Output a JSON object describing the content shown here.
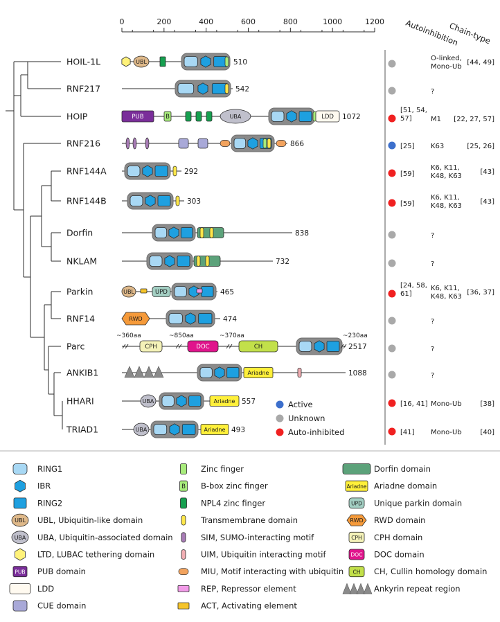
{
  "axis": {
    "ticks": [
      "0",
      "200",
      "400",
      "600",
      "800",
      "1000",
      "1200"
    ],
    "max": 1200
  },
  "headers": {
    "autoinhibition": "Autoinhibition",
    "chain_type": "Chain-type"
  },
  "colors": {
    "ring1": "#a8d8f4",
    "ibr": "#1ea0e0",
    "ring2": "#1ea0e0",
    "ubl": "#dfb98a",
    "uba": "#c0c0cc",
    "ltd": "#fff27a",
    "pub": "#7a2e9a",
    "ldd": "#fffaf0",
    "cue": "#a9a9d8",
    "zinc": "#a8ec7c",
    "bbox": "#a8ec7c",
    "npl4": "#16a050",
    "tm": "#ffe74a",
    "sim": "#a77bb5",
    "uim": "#f2aeb3",
    "miu": "#f2a35e",
    "rep": "#f29be8",
    "act": "#f5c42a",
    "dorfin": "#5ca27a",
    "ariadne": "#fff03a",
    "upd": "#a3cfc3",
    "rwd": "#f59a3a",
    "cph": "#f4f2b8",
    "doc": "#e0148c",
    "ch": "#c2e04a",
    "ankyrin": "#8a8a8a",
    "active": "#3c6fcc",
    "unknown": "#a9a9a9",
    "autoinhibited": "#f02020"
  },
  "proteins": [
    {
      "name": "HOIL-1L",
      "length": "510",
      "autoinhibition_status": "unknown",
      "refs_autoinhibition": "",
      "chain_type": "O-linked,\nMono-Ub",
      "refs_chain": "[44, 49]"
    },
    {
      "name": "RNF217",
      "length": "542",
      "autoinhibition_status": "unknown",
      "refs_autoinhibition": "",
      "chain_type": "?",
      "refs_chain": ""
    },
    {
      "name": "HOIP",
      "length": "1072",
      "autoinhibition_status": "autoinhibited",
      "refs_autoinhibition": "[51, 54,\n57]",
      "chain_type": "M1",
      "refs_chain": "[22, 27, 57]"
    },
    {
      "name": "RNF216",
      "length": "866",
      "autoinhibition_status": "active",
      "refs_autoinhibition": "[25]",
      "chain_type": "K63",
      "refs_chain": "[25, 26]"
    },
    {
      "name": "RNF144A",
      "length": "292",
      "autoinhibition_status": "autoinhibited",
      "refs_autoinhibition": "[59]",
      "chain_type": "K6, K11,\nK48, K63",
      "refs_chain": "[43]"
    },
    {
      "name": "RNF144B",
      "length": "303",
      "autoinhibition_status": "autoinhibited",
      "refs_autoinhibition": "[59]",
      "chain_type": "K6, K11,\nK48, K63",
      "refs_chain": "[43]"
    },
    {
      "name": "Dorfin",
      "length": "838",
      "autoinhibition_status": "unknown",
      "refs_autoinhibition": "",
      "chain_type": "?",
      "refs_chain": ""
    },
    {
      "name": "NKLAM",
      "length": "732",
      "autoinhibition_status": "unknown",
      "refs_autoinhibition": "",
      "chain_type": "?",
      "refs_chain": ""
    },
    {
      "name": "Parkin",
      "length": "465",
      "autoinhibition_status": "autoinhibited",
      "refs_autoinhibition": "[24, 58,\n61]",
      "chain_type": "K6, K11,\nK48, K63",
      "refs_chain": "[36, 37]"
    },
    {
      "name": "RNF14",
      "length": "474",
      "autoinhibition_status": "unknown",
      "refs_autoinhibition": "",
      "chain_type": "?",
      "refs_chain": ""
    },
    {
      "name": "Parc",
      "length": "2517",
      "autoinhibition_status": "unknown",
      "refs_autoinhibition": "",
      "chain_type": "?",
      "refs_chain": ""
    },
    {
      "name": "ANKIB1",
      "length": "1088",
      "autoinhibition_status": "unknown",
      "refs_autoinhibition": "",
      "chain_type": "?",
      "refs_chain": ""
    },
    {
      "name": "HHARI",
      "length": "557",
      "autoinhibition_status": "autoinhibited",
      "refs_autoinhibition": "[16, 41]",
      "chain_type": "Mono-Ub",
      "refs_chain": "[38]"
    },
    {
      "name": "TRIAD1",
      "length": "493",
      "autoinhibition_status": "autoinhibited",
      "refs_autoinhibition": "[41]",
      "chain_type": "Mono-Ub",
      "refs_chain": "[40]"
    }
  ],
  "domain_text": {
    "pub": "PUB",
    "ubl": "UBL",
    "uba": "UBA",
    "b": "B",
    "ldd": "LDD",
    "upd": "UPD",
    "rwd": "RWD",
    "cph": "CPH",
    "doc": "DOC",
    "ch": "CH",
    "ariadne": "Ariadne"
  },
  "parc_gaps": [
    "~360aa",
    "~850aa",
    "~370aa",
    "~230aa"
  ],
  "status_legend": [
    {
      "key": "active",
      "label": "Active"
    },
    {
      "key": "unknown",
      "label": "Unknown"
    },
    {
      "key": "autoinhibited",
      "label": "Auto-inhibited"
    }
  ],
  "legend": [
    [
      {
        "icon": "ring1",
        "label": "RING1"
      },
      {
        "icon": "ibr",
        "label": "IBR"
      },
      {
        "icon": "ring2",
        "label": "RING2"
      },
      {
        "icon": "ubl",
        "label": "UBL, Ubiquitin-like domain",
        "icon_text": "UBL"
      },
      {
        "icon": "uba",
        "label": "UBA, Ubiquitin-associated domain",
        "icon_text": "UBA"
      },
      {
        "icon": "ltd",
        "label": "LTD, LUBAC tethering domain"
      },
      {
        "icon": "pub",
        "label": "PUB domain",
        "icon_text": "PUB"
      },
      {
        "icon": "ldd",
        "label": "LDD"
      },
      {
        "icon": "cue",
        "label": "CUE domain"
      }
    ],
    [
      {
        "icon": "zinc",
        "label": "Zinc finger"
      },
      {
        "icon": "bbox",
        "label": "B-box zinc finger",
        "icon_text": "B"
      },
      {
        "icon": "npl4",
        "label": "NPL4 zinc finger"
      },
      {
        "icon": "tm",
        "label": "Transmembrane domain"
      },
      {
        "icon": "sim",
        "label": "SIM, SUMO-interacting motif"
      },
      {
        "icon": "uim",
        "label": "UIM, Ubiquitin interacting motif"
      },
      {
        "icon": "miu",
        "label": "MIU, Motif interacting with ubiquitin"
      },
      {
        "icon": "rep",
        "label": "REP, Repressor element"
      },
      {
        "icon": "act",
        "label": "ACT, Activating element"
      }
    ],
    [
      {
        "icon": "dorfin",
        "label": "Dorfin domain"
      },
      {
        "icon": "ariadne",
        "label": "Ariadne domain",
        "icon_text": "Ariadne"
      },
      {
        "icon": "upd",
        "label": "Unique parkin domain",
        "icon_text": "UPD"
      },
      {
        "icon": "rwd",
        "label": "RWD domain",
        "icon_text": "RWD"
      },
      {
        "icon": "cph",
        "label": "CPH domain",
        "icon_text": "CPH"
      },
      {
        "icon": "doc",
        "label": "DOC domain",
        "icon_text": "DOC"
      },
      {
        "icon": "ch",
        "label": "CH, Cullin homology domain",
        "icon_text": "CH"
      },
      {
        "icon": "ankyrin",
        "label": "Ankyrin repeat region"
      }
    ]
  ]
}
